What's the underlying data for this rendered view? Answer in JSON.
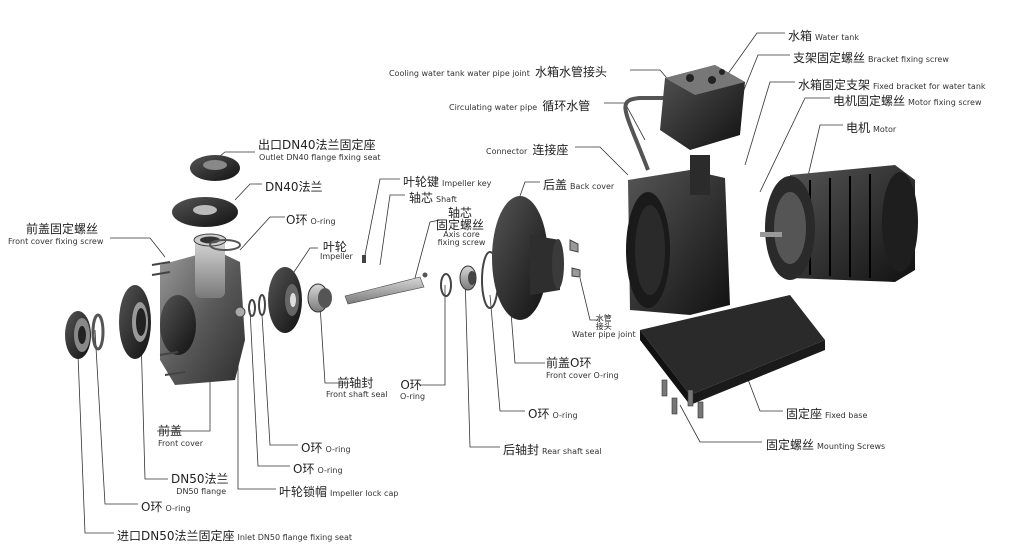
{
  "labels": {
    "water_tank": {
      "zh": "水箱",
      "en": "Water tank"
    },
    "bracket_screw": {
      "zh": "支架固定螺丝",
      "en": "Bracket fixing screw"
    },
    "cooling_joint": {
      "zh": "水箱水管接头",
      "en": "Cooling water tank water pipe joint"
    },
    "fixed_bracket": {
      "zh": "水箱固定支架",
      "en": "Fixed bracket for water tank"
    },
    "motor_screw": {
      "zh": "电机固定螺丝",
      "en": "Motor fixing screw"
    },
    "circulating_pipe": {
      "zh": "循环水管",
      "en": "Circulating water pipe"
    },
    "motor": {
      "zh": "电机",
      "en": "Motor"
    },
    "connector": {
      "zh": "连接座",
      "en": "Connector"
    },
    "outlet_seat": {
      "zh": "出口DN40法兰固定座",
      "en": "Outlet DN40 flange fixing seat"
    },
    "impeller_key": {
      "zh": "叶轮键",
      "en": "Impeller key"
    },
    "back_cover": {
      "zh": "后盖",
      "en": "Back cover"
    },
    "dn40_flange": {
      "zh": "DN40法兰"
    },
    "shaft": {
      "zh": "轴芯",
      "en": "Shaft"
    },
    "axis_screw": {
      "zh": "轴芯\n固定螺丝",
      "en": "Axis core\nfixing screw"
    },
    "front_cover_screw": {
      "zh": "前盖固定螺丝",
      "en": "Front cover fixing screw"
    },
    "oring_top": {
      "zh": "O环",
      "en": "O-ring"
    },
    "impeller": {
      "zh": "叶轮",
      "en": "Impeller"
    },
    "water_pipe_joint": {
      "zh": "水管\n接头",
      "en": "Water pipe joint"
    },
    "front_cover_oring": {
      "zh": "前盖O环",
      "en": "Front cover O-ring"
    },
    "front_shaft_seal": {
      "zh": "前轴封",
      "en": "Front shaft seal"
    },
    "oring_mid": {
      "zh": "O环",
      "en": "O-ring"
    },
    "oring_right": {
      "zh": "O环",
      "en": "O-ring"
    },
    "fixed_base": {
      "zh": "固定座",
      "en": "Fixed base"
    },
    "front_cover": {
      "zh": "前盖",
      "en": "Front cover"
    },
    "oring_a": {
      "zh": "O环",
      "en": "O-ring"
    },
    "rear_shaft_seal": {
      "zh": "后轴封",
      "en": "Rear shaft seal"
    },
    "mounting_screws": {
      "zh": "固定螺丝",
      "en": "Mounting Screws"
    },
    "oring_b": {
      "zh": "O环",
      "en": "O-ring"
    },
    "dn50_flange": {
      "zh": "DN50法兰",
      "en": "DN50 flange"
    },
    "lock_cap": {
      "zh": "叶轮锁帽",
      "en": "Impeller lock cap"
    },
    "oring_c": {
      "zh": "O环",
      "en": "O-ring"
    },
    "inlet_seat": {
      "zh": "进口DN50法兰固定座",
      "en": "Inlet DN50 flange fixing seat"
    }
  }
}
